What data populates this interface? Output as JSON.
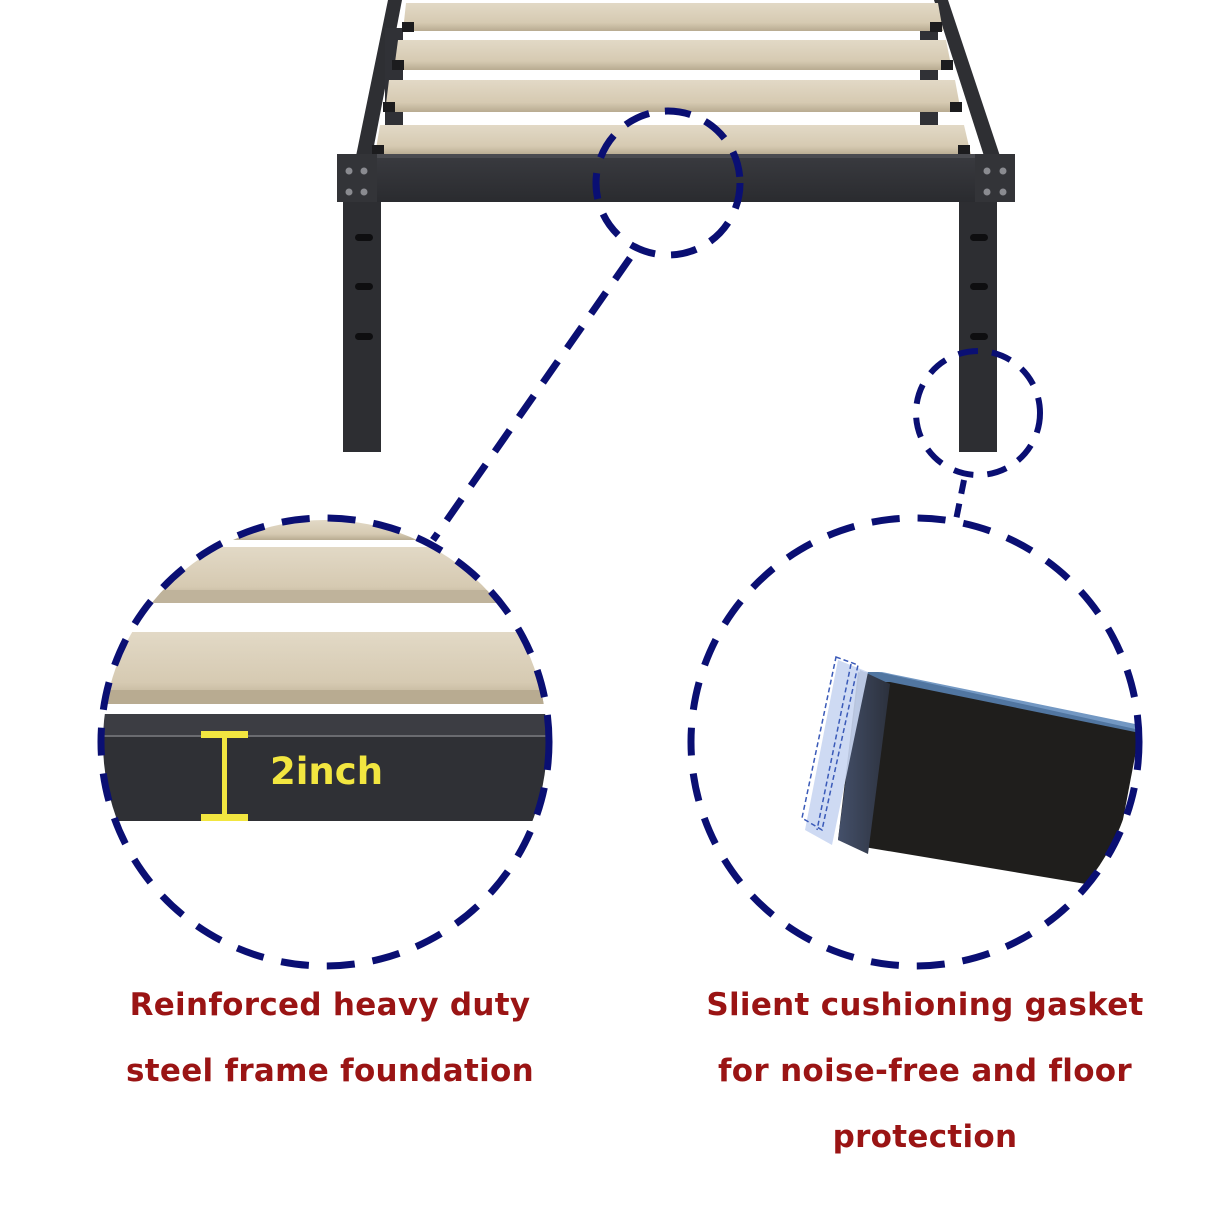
{
  "colors": {
    "dash_circle": "#0a0f73",
    "caption_text": "#9a1414",
    "measure_marker": "#f2e640",
    "steel": "#2e2f33",
    "wood_slat": "#d8cdb6",
    "gasket": "#c9d6f2"
  },
  "callouts": {
    "frame_detail": {
      "measurement_label": "2inch",
      "caption_lines": [
        "Reinforced heavy duty",
        "steel frame foundation"
      ]
    },
    "gasket_detail": {
      "caption_lines": [
        "Slient cushioning gasket",
        "for noise-free and floor",
        "protection"
      ]
    }
  },
  "icons": {
    "left_zoom_circle": "dashed-circle-magnifier",
    "right_zoom_circle": "dashed-circle-magnifier",
    "height_marker": "i-beam-dimension-marker"
  }
}
